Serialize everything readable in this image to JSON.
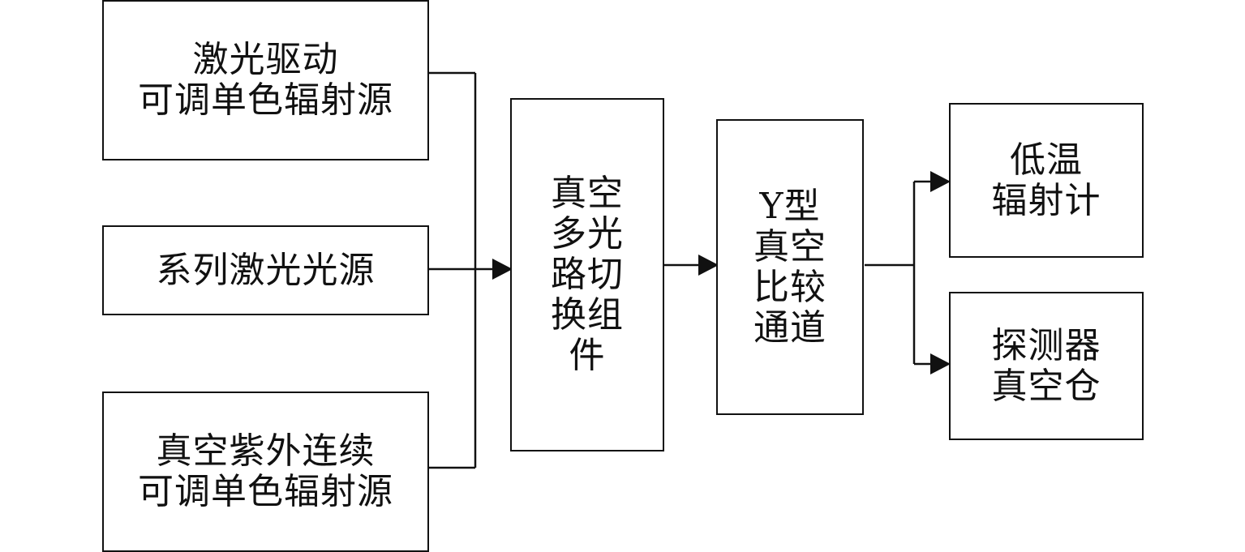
{
  "diagram": {
    "boxes": {
      "laser_driven": {
        "text": "激光驱动\n可调单色辐射源"
      },
      "laser_series": {
        "text": "系列激光光源"
      },
      "vacuum_uv": {
        "text": "真空紫外连续\n可调单色辐射源"
      },
      "switch_assembly": {
        "text": "真空\n多光\n路切\n换组\n件"
      },
      "y_channel": {
        "text": "Y型\n真空\n比较\n通道"
      },
      "radiometer": {
        "text": "低温\n辐射计"
      },
      "detector_chamber": {
        "text": "探测器\n真空仓"
      }
    },
    "colors": {
      "line": "#111111",
      "background": "#ffffff"
    }
  }
}
